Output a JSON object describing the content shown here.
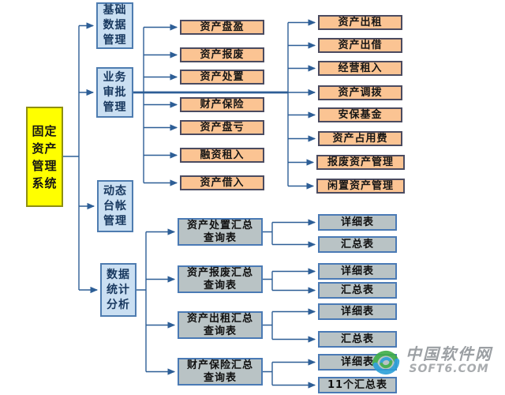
{
  "diagram": {
    "root": {
      "label": "固定\n资产\n管理\n系统"
    },
    "level1": [
      {
        "label": "基础\n数据\n管理"
      },
      {
        "label": "业务\n审批\n管理"
      },
      {
        "label": "动态\n台帐\n管理"
      },
      {
        "label": "数据\n统计\n分析"
      }
    ],
    "approval_items": [
      "资产盘盈",
      "资产报废",
      "资产处置",
      "财产保险",
      "资产盘亏",
      "融资租入",
      "资产借入"
    ],
    "approval_detail_items": [
      "资产出租",
      "资产出借",
      "经营租入",
      "资产调拨",
      "安保基金",
      "资产占用费",
      "报废资产管理",
      "闲置资产管理"
    ],
    "query_tables": [
      {
        "label": "资产处置汇总\n查询表",
        "children": [
          "详细表",
          "汇总表"
        ]
      },
      {
        "label": "资产报废汇总\n查询表",
        "children": [
          "详细表",
          "汇总表"
        ]
      },
      {
        "label": "资产出租汇总\n查询表",
        "children": [
          "详细表",
          "汇总表"
        ]
      },
      {
        "label": "财产保险汇总\n查询表",
        "children": [
          "详细表",
          "11个汇总表"
        ]
      }
    ]
  },
  "watermark": {
    "site_name": "中国软件网",
    "site_url": "SOFT6.COM"
  },
  "colors": {
    "root_fill": "#ffff00",
    "level1_fill": "#cadff2",
    "item_fill": "#fbc493",
    "table_fill": "#b9c3c5",
    "line": "#2d5e96",
    "logo_green": "#3fae49",
    "logo_blue": "#2b9fd8",
    "watermark_text": "#9b9fa3"
  }
}
